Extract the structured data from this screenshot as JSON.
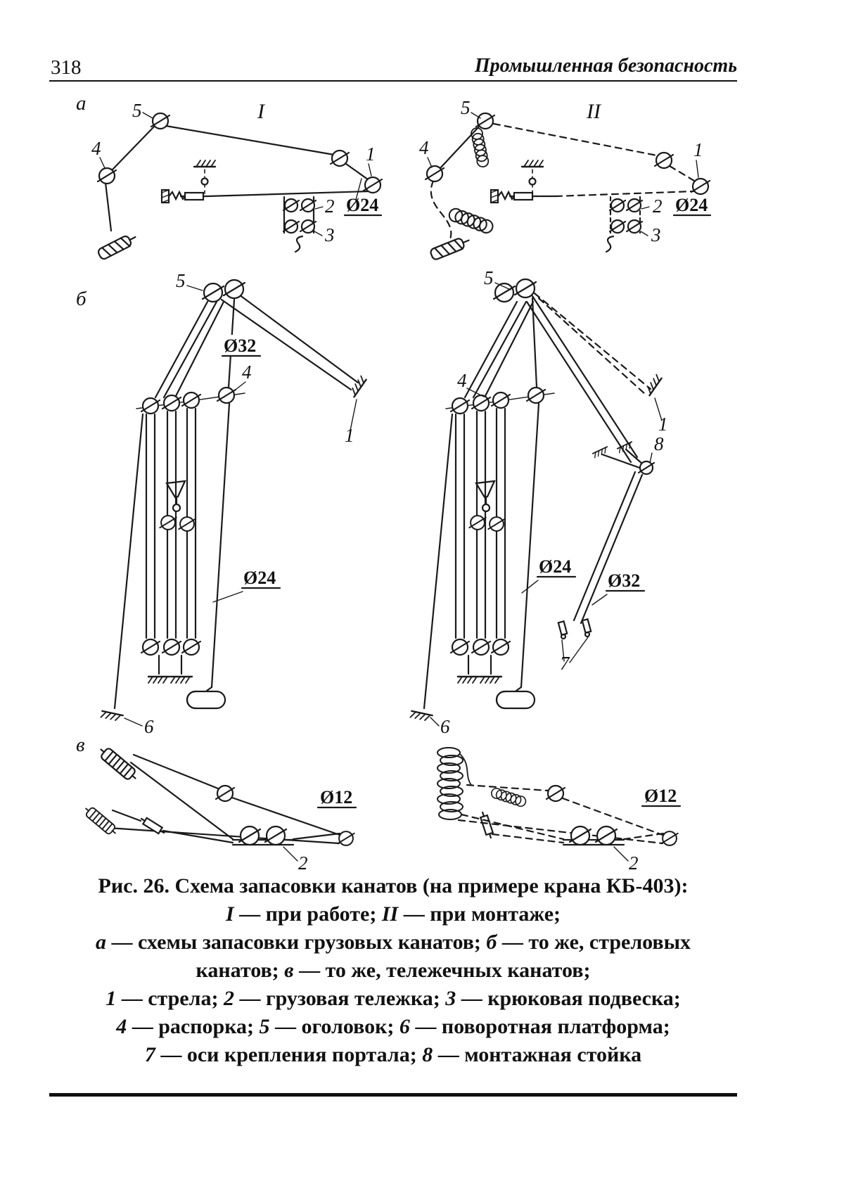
{
  "page": {
    "number": "318",
    "header": "Промышленная безопасность"
  },
  "labels": {
    "rI": "I",
    "rII": "II",
    "ra": "а",
    "rb": "б",
    "rv": "в",
    "n1": "1",
    "n2": "2",
    "n3": "3",
    "n4": "4",
    "n5": "5",
    "n6": "6",
    "n7": "7",
    "n8": "8",
    "d12": "Ø12",
    "d24": "Ø24",
    "d32": "Ø32"
  },
  "caption": {
    "l1": [
      "Рис. 26.",
      " Схема запасовки канатов (на примере крана КБ-403):"
    ],
    "l2": [
      "I",
      " — при работе; ",
      "II",
      " — при монтаже;"
    ],
    "l3": [
      "а",
      " — схемы запасовки грузовых канатов; ",
      "б",
      " — то же, стреловых"
    ],
    "l4": [
      "канатов; ",
      "в",
      " — то же, тележечных канатов;"
    ],
    "l5": [
      "1",
      " — стрела; ",
      "2",
      " — грузовая тележка; ",
      "3",
      " — крюковая подвеска;"
    ],
    "l6": [
      "4",
      " — распорка; ",
      "5",
      " — оголовок; ",
      "6",
      " — поворотная платформа;"
    ],
    "l7": [
      "7",
      " — оси крепления портала; ",
      "8",
      " — монтажная стойка"
    ]
  }
}
